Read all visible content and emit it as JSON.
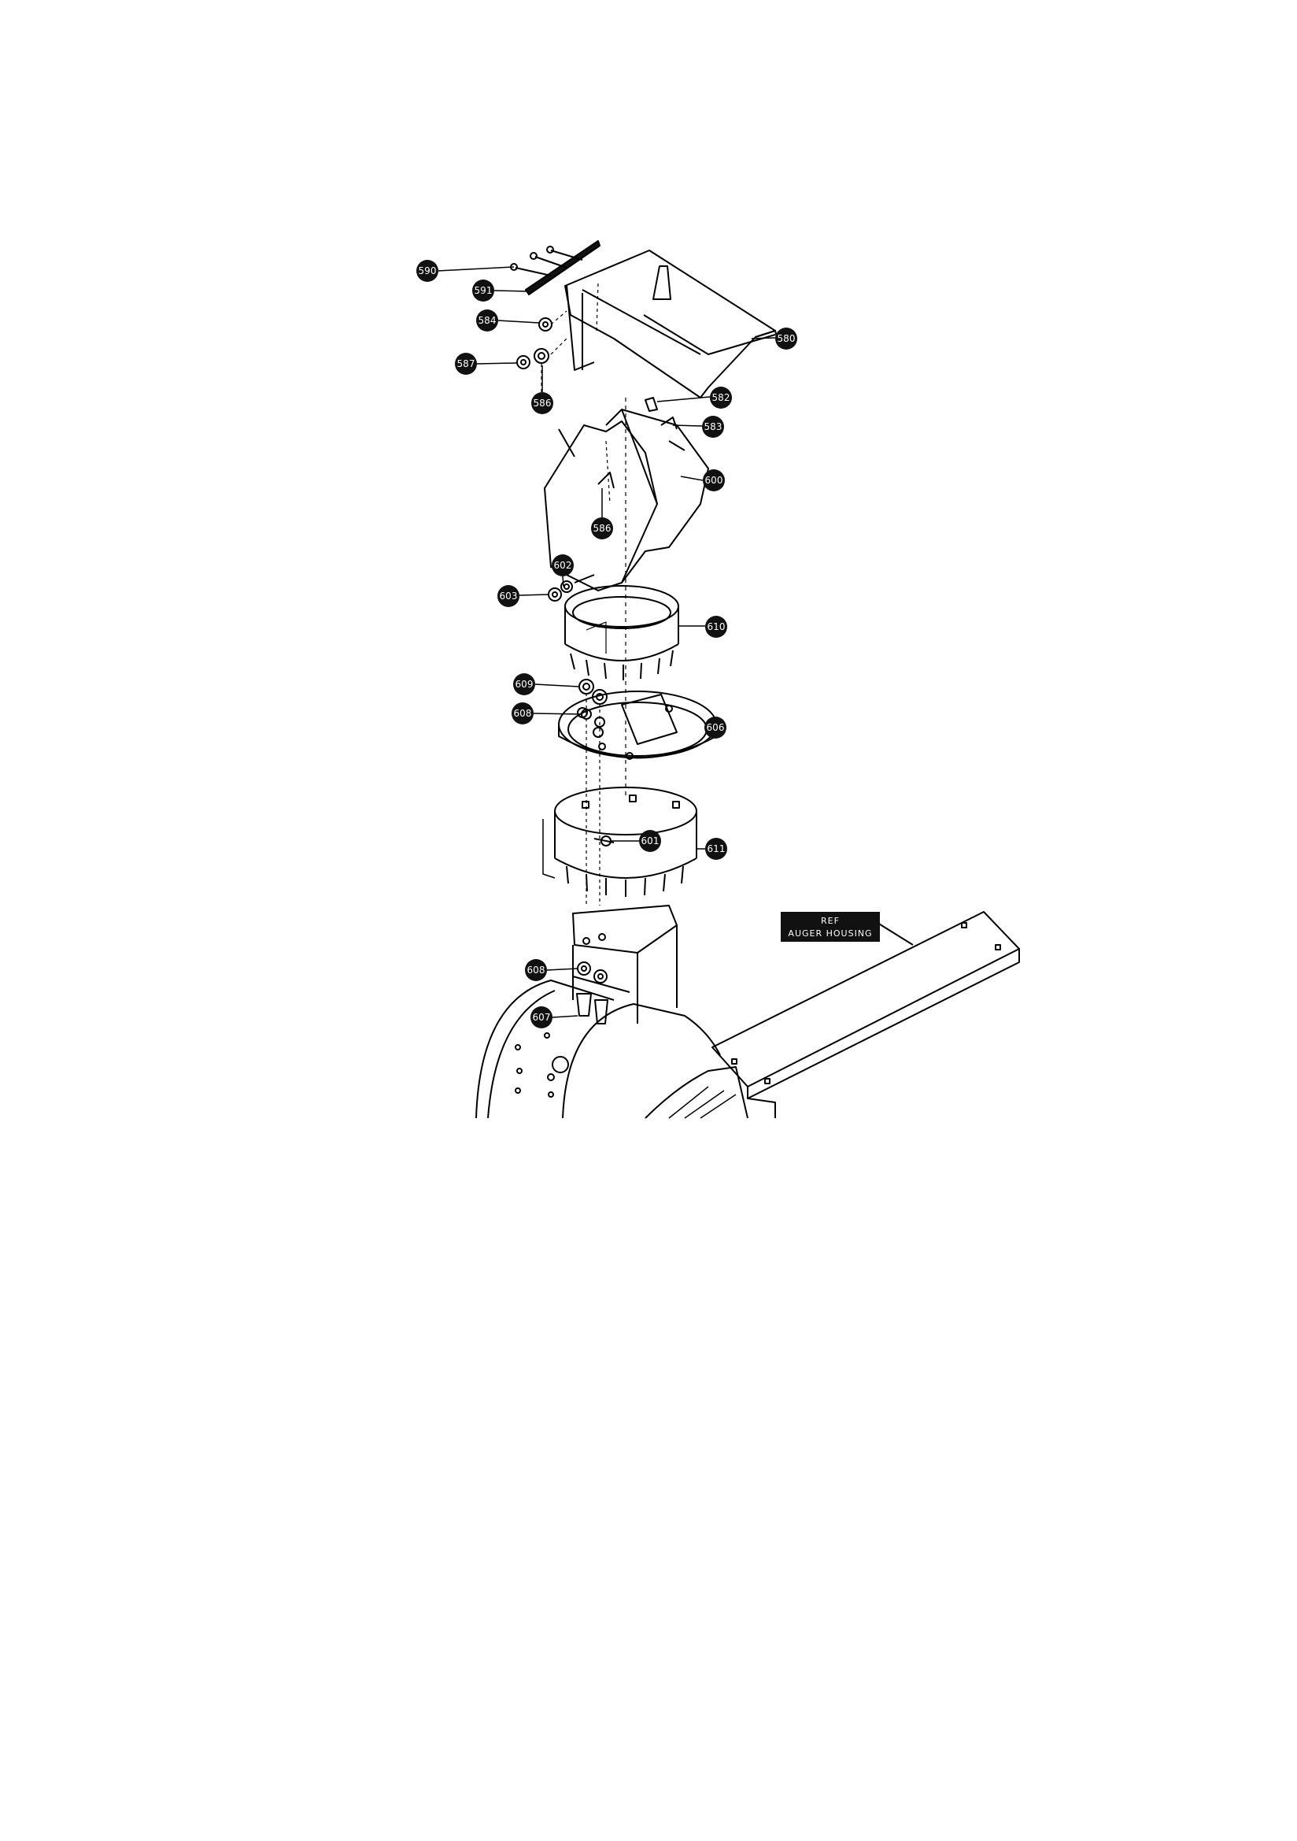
{
  "callouts": {
    "c590": "590",
    "c591": "591",
    "c584": "584",
    "c587": "587",
    "c586a": "586",
    "c580": "580",
    "c582": "582",
    "c583": "583",
    "c600": "600",
    "c586b": "586",
    "c602": "602",
    "c603": "603",
    "c610": "610",
    "c609": "609",
    "c608a": "608",
    "c606": "606",
    "c601": "601",
    "c611": "611",
    "c608b": "608",
    "c607": "607"
  },
  "reference": {
    "line1": "REF",
    "line2": "AUGER HOUSING"
  }
}
